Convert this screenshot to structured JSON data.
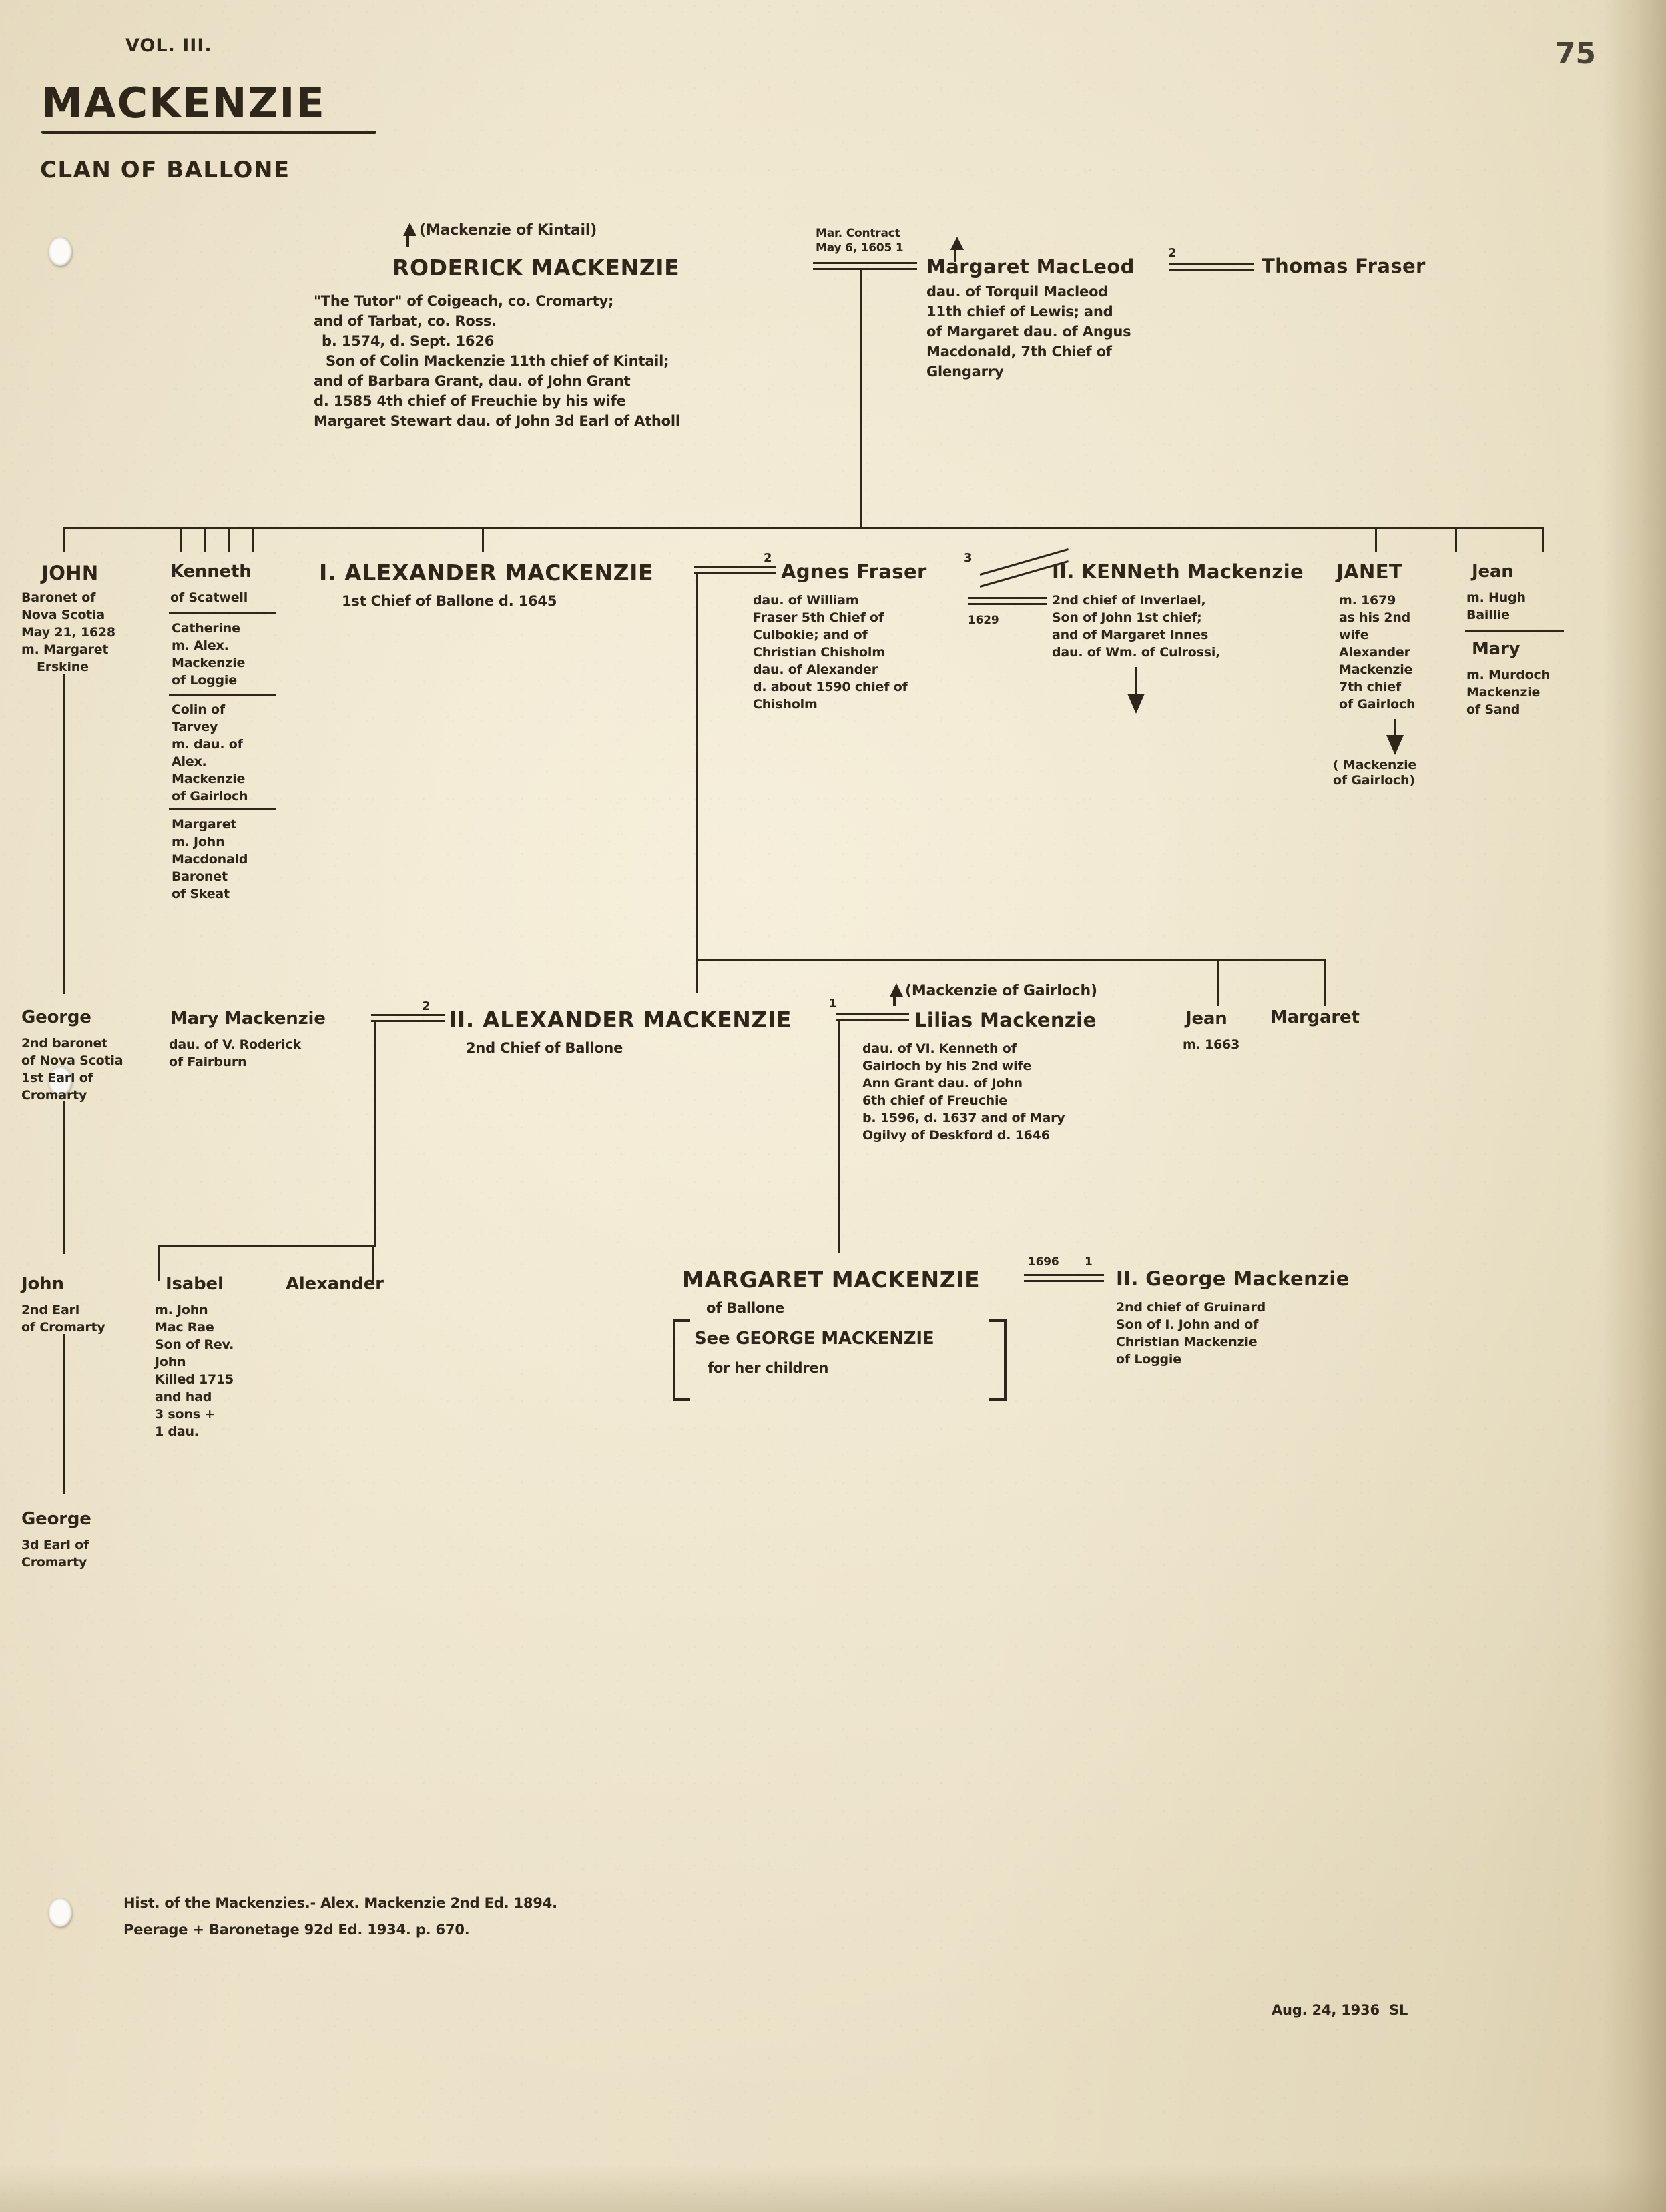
{
  "page": {
    "volume": "VOL. III.",
    "page_number": "75",
    "title": "MACKENZIE",
    "subtitle": "CLAN OF BALLONE",
    "date_signature": "Aug. 24, 1936  SL"
  },
  "sources": [
    "Hist. of the Mackenzies.- Alex. Mackenzie 2nd Ed. 1894.",
    "Peerage + Baronetage 92d Ed. 1934. p. 670."
  ],
  "generation1": {
    "ancestor_ref": "(Mackenzie of Kintail)",
    "principal": {
      "name": "RODERICK MACKENZIE",
      "details": [
        "\"The Tutor\" of Coigeach, co. Cromarty;",
        "and of Tarbat, co. Ross.",
        "b. 1574, d. Sept. 1626",
        "Son of Colin Mackenzie 11th chief of Kintail;",
        "and of Barbara Grant, dau. of John Grant",
        "d. 1585 4th chief of Freuchie by his wife",
        "Margaret Stewart dau. of John 3d Earl of Atholl"
      ]
    },
    "marriage_note": [
      "Mar. Contract",
      "May 6, 1605 1"
    ],
    "spouse": {
      "name": "Margaret MacLeod",
      "marriage_index": "2",
      "details": [
        "dau. of Torquil Macleod",
        "11th chief of Lewis; and",
        "of Margaret dau. of Angus",
        "Macdonald, 7th Chief of",
        "Glengarry"
      ]
    },
    "spouse2": {
      "name": "Thomas Fraser"
    }
  },
  "generation2": [
    {
      "name": "JOHN",
      "details": [
        "Baronet of",
        "Nova Scotia",
        "May 21, 1628",
        "m. Margaret",
        "Erskine"
      ]
    },
    {
      "name": "Kenneth",
      "details": [
        "of Scatwell"
      ],
      "children": [
        [
          "Catherine",
          "m. Alex.",
          "Mackenzie",
          "of Loggie"
        ],
        [
          "Colin of",
          "Tarvey",
          "m. dau. of",
          "Alex.",
          "Mackenzie",
          "of Gairloch"
        ],
        [
          "Margaret",
          "m. John",
          "Macdonald",
          "Baronet",
          "of Skeat"
        ]
      ]
    },
    {
      "name": "I. ALEXANDER MACKENZIE",
      "details": [
        "1st Chief of Ballone d. 1645"
      ],
      "spouse": {
        "marriage_index": "2",
        "name": "Agnes Fraser",
        "details": [
          "dau. of William",
          "Fraser 5th Chief of",
          "Culbokie; and of",
          "Christian Chisholm",
          "dau. of Alexander",
          "d. about 1590 chief of",
          "Chisholm"
        ]
      },
      "spouse2": {
        "marriage_index": "3",
        "year": "1629",
        "name": "II. KENNeth Mackenzie",
        "details": [
          "2nd chief of Inverlael,",
          "Son of John 1st chief;",
          "and of Margaret Innes",
          "dau. of Wm. of Culrossi,"
        ]
      }
    },
    {
      "name": "JANET",
      "details": [
        "m. 1679",
        "as his 2nd",
        "wife",
        "Alexander",
        "Mackenzie",
        "7th chief",
        "of Gairloch"
      ],
      "ref": "( Mackenzie\nof Gairloch)"
    },
    {
      "name": "Jean",
      "details": [
        "m. Hugh",
        "Baillie"
      ],
      "sibling": {
        "name": "Mary",
        "details": [
          "m. Murdoch",
          "Mackenzie",
          "of Sand"
        ]
      }
    }
  ],
  "generation3": [
    {
      "name": "George",
      "details": [
        "2nd baronet",
        "of Nova Scotia",
        "1st Earl of",
        "Cromarty"
      ]
    },
    {
      "name": "Mary Mackenzie",
      "details": [
        "dau. of V. Roderick",
        "of Fairburn"
      ],
      "marriage_index": "2"
    },
    {
      "name": "II. ALEXANDER MACKENZIE",
      "marriage_index": "1",
      "details": [
        "2nd Chief of Ballone"
      ]
    },
    {
      "ancestor_ref": "(Mackenzie of Gairloch)",
      "name": "Lilias Mackenzie",
      "details": [
        "dau. of VI. Kenneth of",
        "Gairloch by his 2nd wife",
        "Ann Grant dau. of John",
        "6th chief of Freuchie",
        "b. 1596, d. 1637 and of Mary",
        "Ogilvy of Deskford d. 1646"
      ]
    },
    {
      "name": "Jean",
      "details": [
        "m. 1663"
      ]
    },
    {
      "name": "Margaret",
      "details": []
    }
  ],
  "generation4": [
    {
      "name": "John",
      "details": [
        "2nd Earl",
        "of Cromarty"
      ]
    },
    {
      "name": "Isabel",
      "details": [
        "m. John",
        "Mac Rae",
        "Son of Rev.",
        "John",
        "Killed 1715",
        "and had",
        "3 sons +",
        "1 dau."
      ]
    },
    {
      "name": "Alexander",
      "details": []
    },
    {
      "name": "MARGARET MACKENZIE",
      "details": [
        "of Ballone"
      ],
      "marriage_year": "1696",
      "marriage_index": "1",
      "note": [
        "See GEORGE MACKENZIE",
        "for her children"
      ],
      "spouse": {
        "name": "II. George Mackenzie",
        "details": [
          "2nd chief of Gruinard",
          "Son of I. John and of",
          "Christian Mackenzie",
          "of Loggie"
        ]
      }
    }
  ],
  "generation5": [
    {
      "name": "George",
      "details": [
        "3d Earl of",
        "Cromarty"
      ]
    }
  ]
}
